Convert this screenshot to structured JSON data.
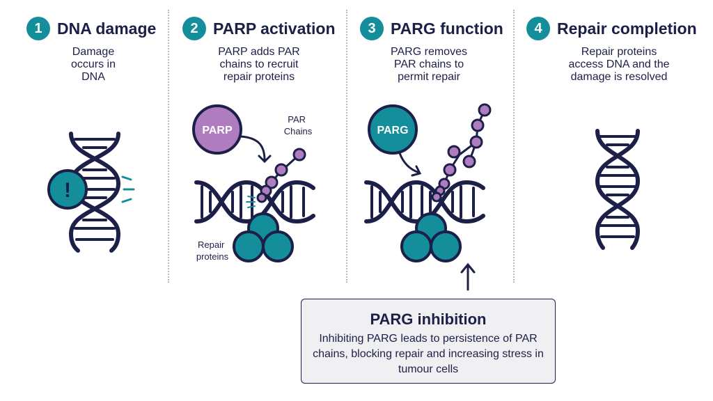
{
  "steps": [
    {
      "number": "1",
      "title": "DNA damage",
      "description": "Damage\noccurs in\nDNA"
    },
    {
      "number": "2",
      "title": "PARP activation",
      "description": "PARP adds PAR\nchains to recruit\nrepair proteins"
    },
    {
      "number": "3",
      "title": "PARG function",
      "description": "PARG removes\nPAR chains to\npermit repair"
    },
    {
      "number": "4",
      "title": "Repair completion",
      "description": "Repair proteins\naccess DNA and the\ndamage is resolved"
    }
  ],
  "labels": {
    "parp": "PARP",
    "parg": "PARG",
    "par_chains": "PAR\nChains",
    "repair_proteins": "Repair\nproteins",
    "damage_mark": "!"
  },
  "inhibition": {
    "title": "PARG inhibition",
    "text": "Inhibiting PARG leads to persistence of PAR chains, blocking repair and increasing stress in tumour cells"
  },
  "colors": {
    "navy": "#1c1f47",
    "teal": "#138e9a",
    "purple": "#b07cc0",
    "divider": "#b9bcc6",
    "box_background": "#f0f0f2"
  }
}
